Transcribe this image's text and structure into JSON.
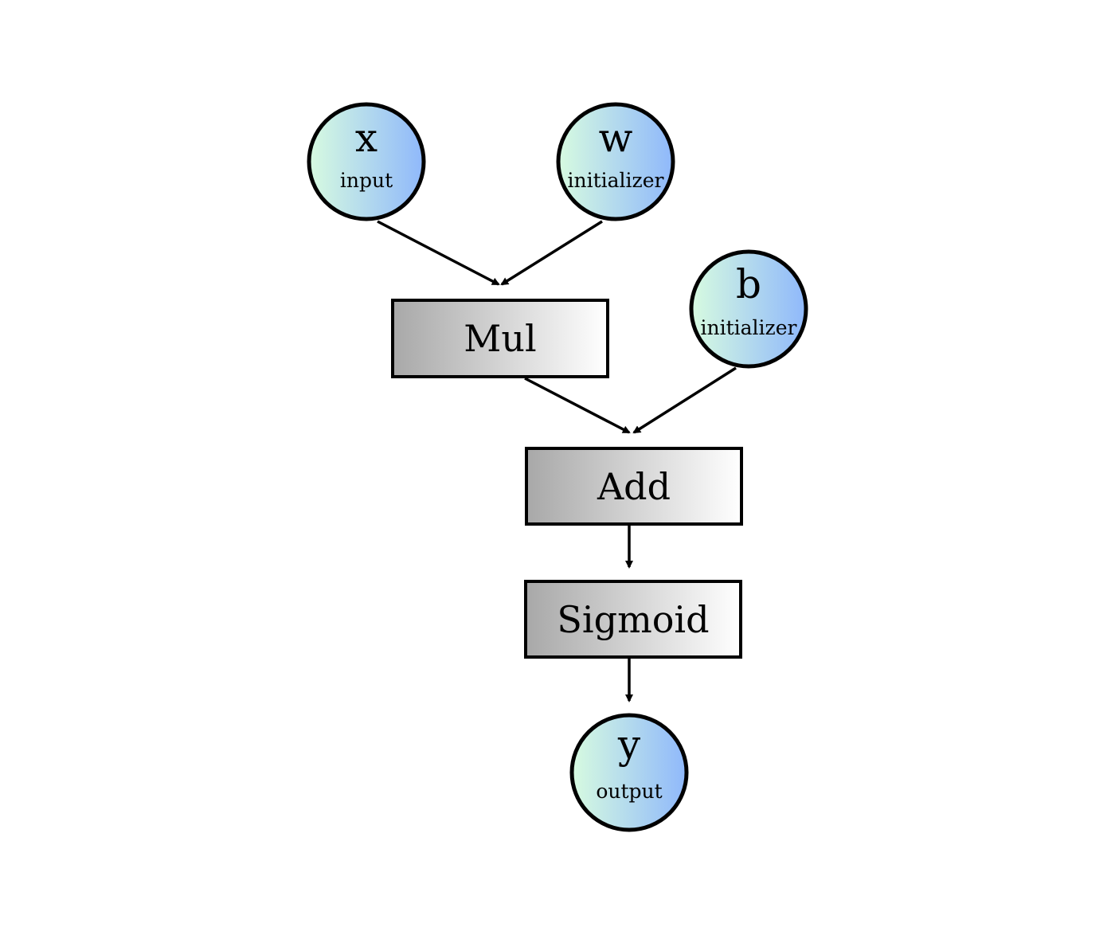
{
  "colors": {
    "tensor_gradient_start": "#d7fbe0",
    "tensor_gradient_end": "#8fb8fb",
    "op_gradient_start": "#a8a8a8",
    "op_gradient_end": "#ffffff",
    "stroke": "#000000"
  },
  "nodes": {
    "x": {
      "name": "x",
      "role": "input"
    },
    "w": {
      "name": "w",
      "role": "initializer"
    },
    "b": {
      "name": "b",
      "role": "initializer"
    },
    "y": {
      "name": "y",
      "role": "output"
    },
    "mul": {
      "label": "Mul"
    },
    "add": {
      "label": "Add"
    },
    "sigmoid": {
      "label": "Sigmoid"
    }
  },
  "edges": [
    {
      "from": "x",
      "to": "mul"
    },
    {
      "from": "w",
      "to": "mul"
    },
    {
      "from": "mul",
      "to": "add"
    },
    {
      "from": "b",
      "to": "add"
    },
    {
      "from": "add",
      "to": "sigmoid"
    },
    {
      "from": "sigmoid",
      "to": "y"
    }
  ]
}
